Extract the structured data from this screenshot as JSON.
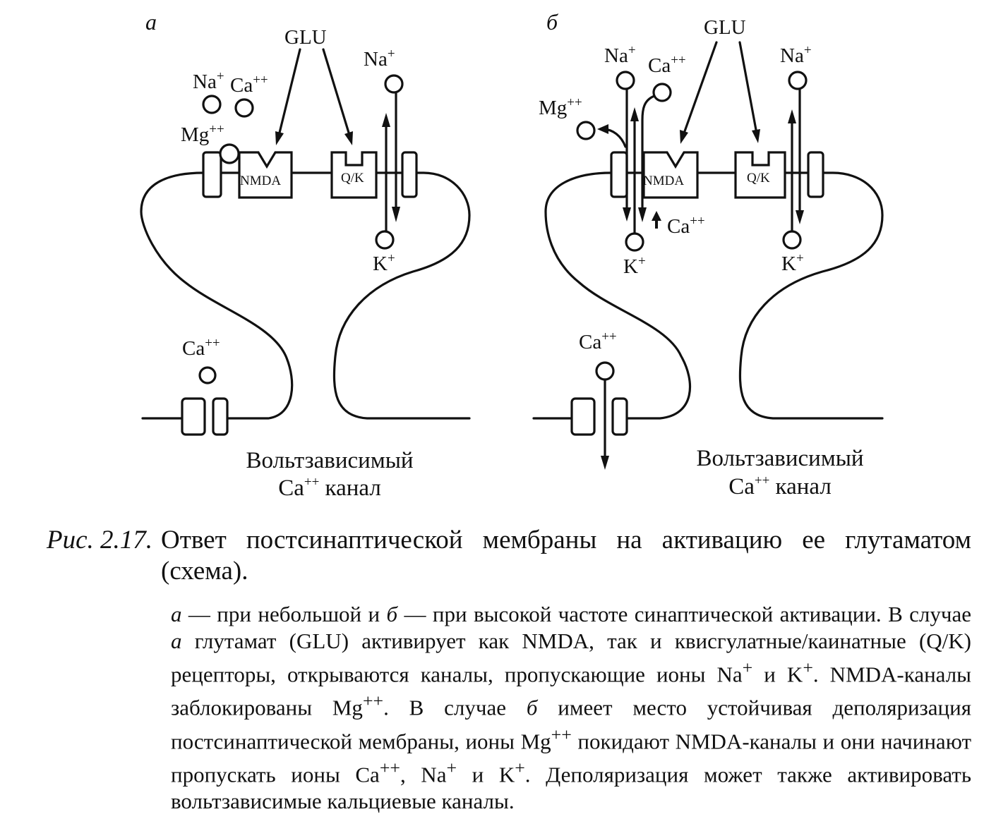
{
  "panels": {
    "a": {
      "label": "а",
      "glu": "GLU",
      "na_top": "Na",
      "na_top_sup": "+",
      "na_left": "Na",
      "na_left_sup": "+",
      "ca_left": "Ca",
      "ca_left_sup": "++",
      "mg": "Mg",
      "mg_sup": "++",
      "k": "K",
      "k_sup": "+",
      "nmda": "NMDA",
      "qk": "Q/K",
      "ca_bottom": "Ca",
      "ca_bottom_sup": "++",
      "footer_line1": "Вольтзависимый",
      "footer_line2_ion": "Ca",
      "footer_line2_sup": "++",
      "footer_line2_rest": " канал"
    },
    "b": {
      "label": "б",
      "glu": "GLU",
      "na_left": "Na",
      "na_left_sup": "+",
      "na_right": "Na",
      "na_right_sup": "+",
      "ca_top": "Ca",
      "ca_top_sup": "++",
      "mg": "Mg",
      "mg_sup": "++",
      "ca_mid": "Ca",
      "ca_mid_sup": "++",
      "k_left": "K",
      "k_left_sup": "+",
      "k_right": "K",
      "k_right_sup": "+",
      "nmda": "NMDA",
      "qk": "Q/K",
      "ca_bottom": "Ca",
      "ca_bottom_sup": "++",
      "footer_line1": "Вольтзависимый",
      "footer_line2_ion": "Ca",
      "footer_line2_sup": "++",
      "footer_line2_rest": " канал"
    }
  },
  "caption": {
    "label": "Рис. 2.17.",
    "title": "Ответ постсинаптической мембраны на активацию ее глутаматом (схема).",
    "note": {
      "a": "а",
      "p1": " — при небольшой и ",
      "b": "б",
      "p2": " — при высокой частоте синаптической активации. В случае ",
      "a2": "а",
      "p3": " глутамат (GLU) активирует как NMDA, так и квисгулатные/каинатные (Q/K) рецепторы, открываются каналы, пропускающие ионы Na",
      "s1": "+",
      "p4": " и K",
      "s2": "+",
      "p5": ". NMDA-каналы заблокированы Mg",
      "s3": "++",
      "p6": ". В случае ",
      "b2": "б",
      "p7": " имеет место устойчивая деполяризация постсинаптической мембраны, ионы Mg",
      "s4": "++",
      "p8": " покидают NMDA-каналы и они начинают пропускать ионы Ca",
      "s5": "++",
      "p9": ", Na",
      "s6": "+",
      "p10": " и K",
      "s7": "+",
      "p11": ". Деполяризация может также активировать вольтзависимые кальциевые каналы."
    }
  }
}
